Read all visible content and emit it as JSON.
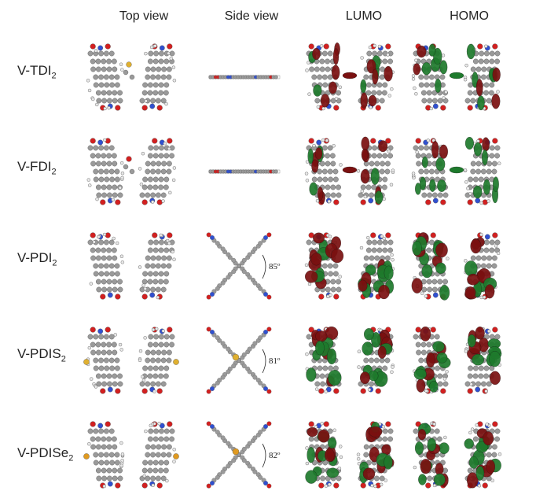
{
  "columns": [
    "Top view",
    "Side view",
    "LUMO",
    "HOMO"
  ],
  "rows": [
    {
      "name": "V-TDI",
      "sub": "2",
      "angle": null,
      "heteroatom": "S"
    },
    {
      "name": "V-FDI",
      "sub": "2",
      "angle": null,
      "heteroatom": "O"
    },
    {
      "name": "V-PDI",
      "sub": "2",
      "angle": "85º",
      "heteroatom": null
    },
    {
      "name": "V-PDIS",
      "sub": "2",
      "angle": "81º",
      "heteroatom": "S"
    },
    {
      "name": "V-PDISe",
      "sub": "2",
      "angle": "82º",
      "heteroatom": "Se"
    }
  ],
  "colors": {
    "carbon": "#9a9a9a",
    "oxygen": "#d22020",
    "nitrogen": "#3050d0",
    "sulfur": "#e0b030",
    "selenium": "#e09a20",
    "hydrogen": "#e8e8e8",
    "orbital_positive": "#7a1010",
    "orbital_negative": "#1e7a2c"
  }
}
